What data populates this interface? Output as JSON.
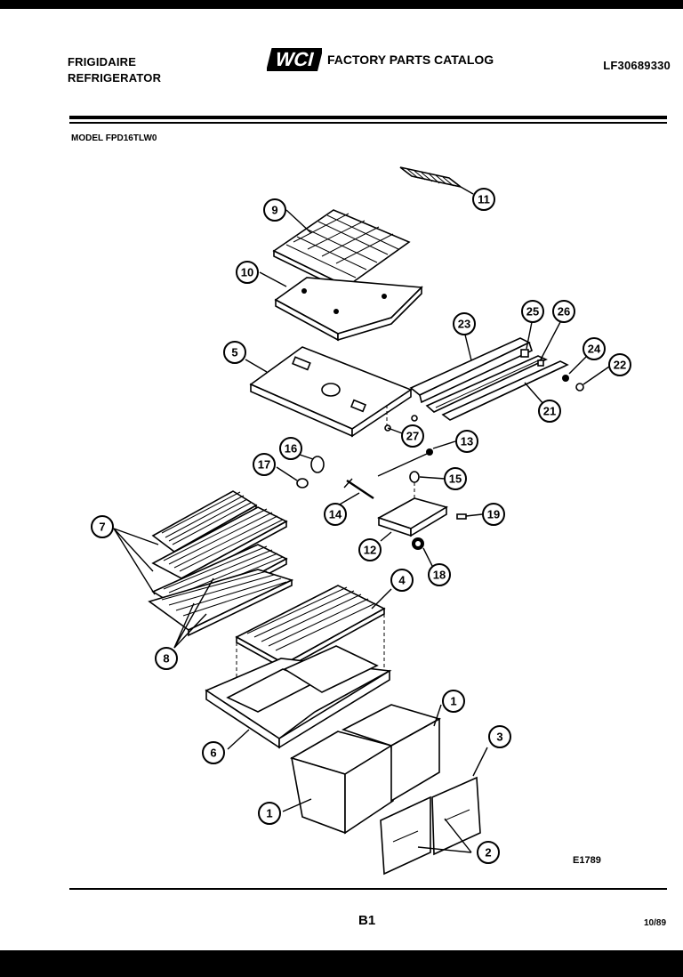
{
  "header": {
    "brand_line1": "FRIGIDAIRE",
    "brand_line2": "REFRIGERATOR",
    "logo_text": "WCI",
    "catalog_title": "FACTORY PARTS CATALOG",
    "catalog_number": "LF30689330"
  },
  "model_line": "MODEL FPD16TLW0",
  "diagram": {
    "figure_code": "E1789",
    "callouts": [
      "1",
      "1",
      "2",
      "3",
      "4",
      "5",
      "6",
      "7",
      "8",
      "9",
      "10",
      "11",
      "12",
      "13",
      "14",
      "15",
      "16",
      "17",
      "18",
      "19",
      "21",
      "22",
      "23",
      "24",
      "25",
      "26",
      "27"
    ]
  },
  "footer": {
    "page": "B1",
    "date": "10/89"
  }
}
